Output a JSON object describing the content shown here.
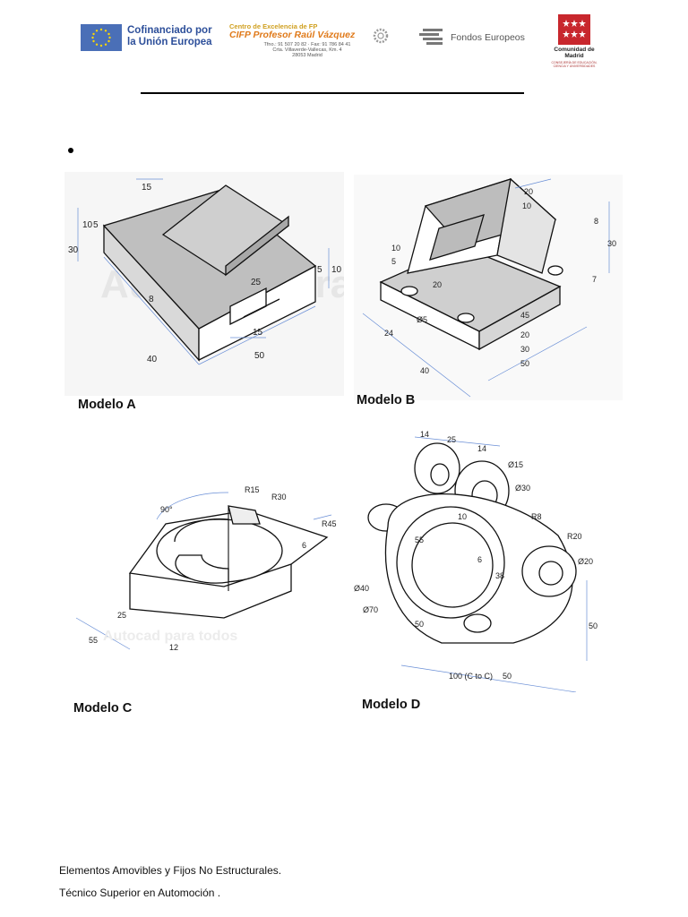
{
  "header": {
    "eu_logo_text": "Cofinanciado por la Unión Europea",
    "cifp_subtitle": "Centro de Excelencia de FP",
    "cifp_name": "CIFP Profesor Raúl Vázquez",
    "cifp_contact": "Tfno.: 91 507 20 82 · Fax: 91 786 84 41",
    "cifp_address": "Crta. Villaverde-Vallecas, Km. 4",
    "cifp_city": "28053 Madrid",
    "fondos_text": "Fondos Europeos",
    "cm_name": "Comunidad de Madrid",
    "cm_sub": "CONSEJERÍA DE EDUCACIÓN, CIENCIA Y UNIVERSIDADES"
  },
  "models": [
    {
      "label": "Modelo A",
      "dims": [
        "15",
        "10",
        "5",
        "30",
        "8",
        "25",
        "5",
        "10",
        "15",
        "40",
        "50"
      ]
    },
    {
      "label": "Modelo B",
      "dims": [
        "20",
        "10",
        "8",
        "30",
        "10",
        "5",
        "20",
        "7",
        "Ø5",
        "24",
        "40",
        "45",
        "20",
        "30",
        "50"
      ]
    },
    {
      "label": "Modelo C",
      "dims": [
        "90°",
        "R15",
        "R30",
        "R45",
        "6",
        "25",
        "55",
        "12"
      ]
    },
    {
      "label": "Modelo D",
      "dims": [
        "14",
        "25",
        "14",
        "Ø15",
        "Ø30",
        "R8",
        "10",
        "55",
        "6",
        "38",
        "R20",
        "Ø20",
        "Ø40",
        "Ø70",
        "50",
        "100 (C to C)",
        "50",
        "50"
      ]
    }
  ],
  "watermark": "Autocad para todos",
  "footer": {
    "line1": "Elementos Amovibles y Fijos No Estructurales.",
    "line2": "Técnico Superior en Automoción ."
  },
  "colors": {
    "eu_blue": "#2d4f9a",
    "cifp_orange": "#e07a1a",
    "cm_red": "#c8272d"
  }
}
